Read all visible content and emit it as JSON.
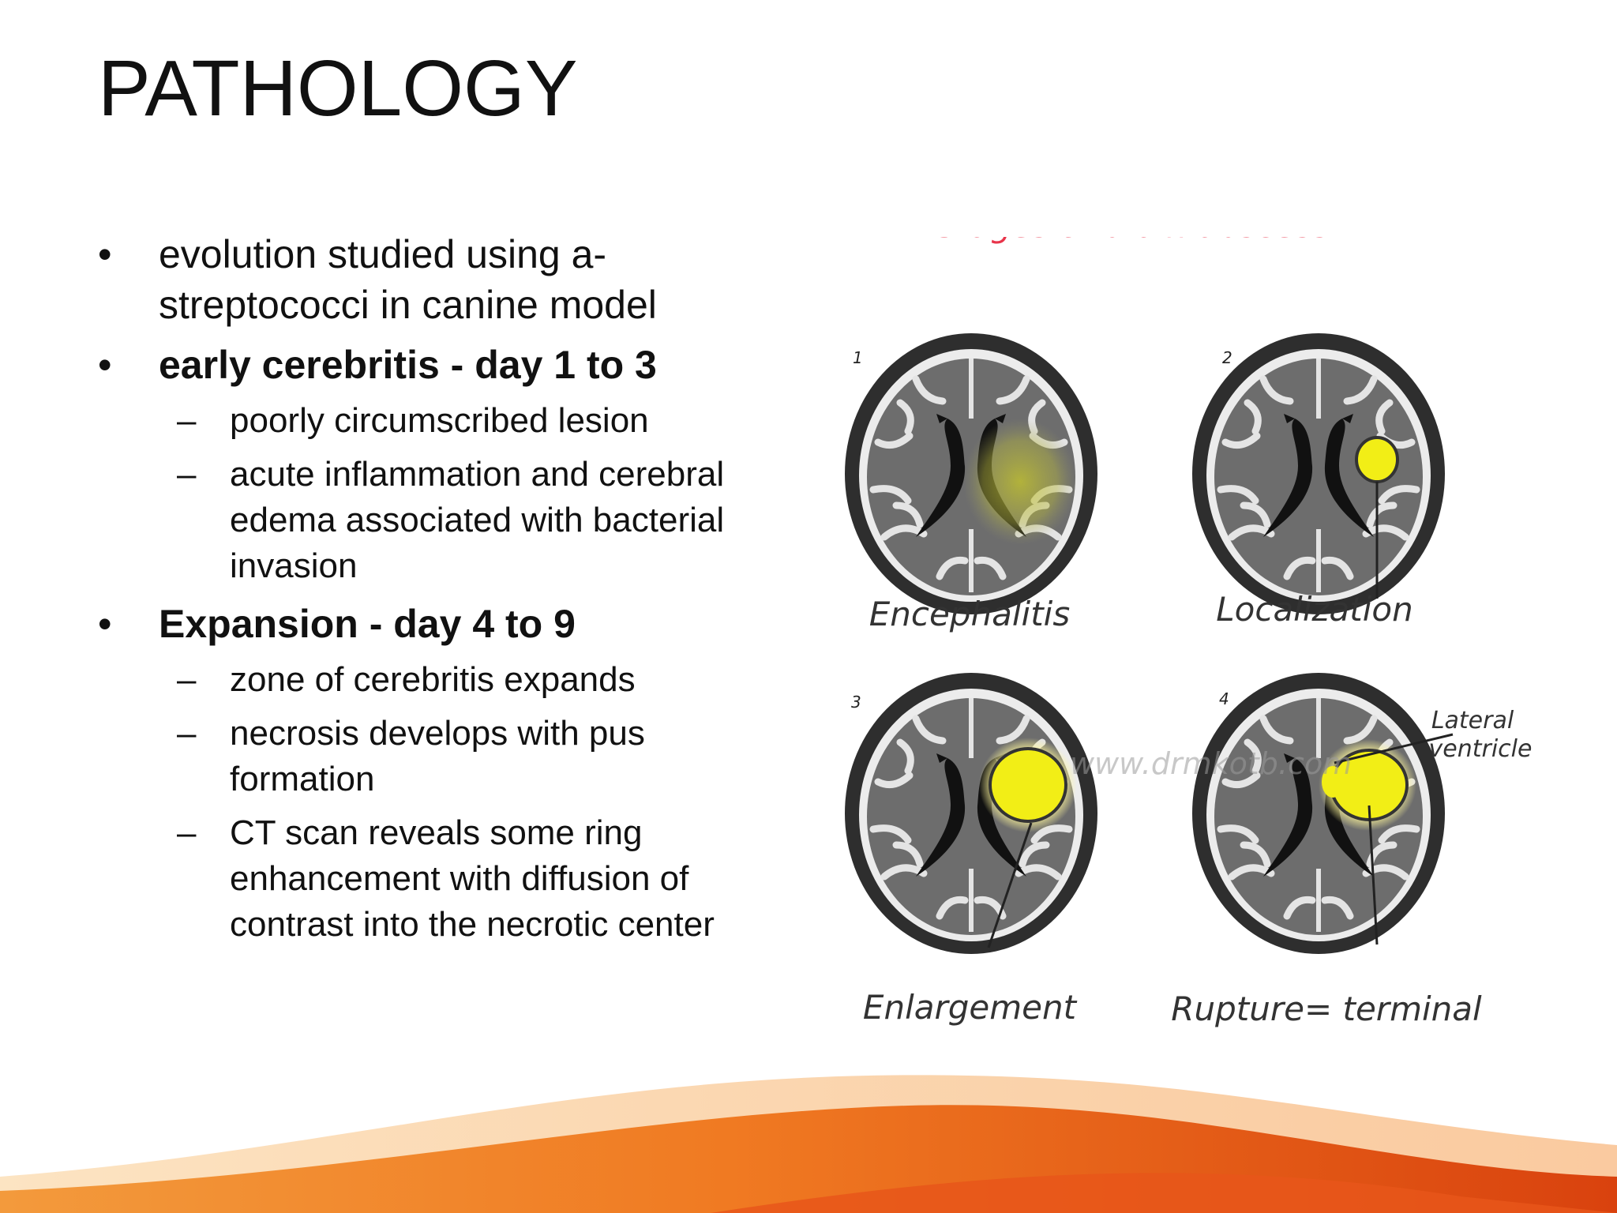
{
  "slide": {
    "title": "PATHOLOGY",
    "bullets": [
      {
        "level": 1,
        "bold": false,
        "lines": [
          "evolution studied using a-",
          "streptococci in canine model"
        ]
      },
      {
        "level": 1,
        "bold": true,
        "lines": [
          "early cerebritis - day 1 to 3"
        ]
      },
      {
        "level": 2,
        "bold": false,
        "lines": [
          "poorly circumscribed lesion"
        ]
      },
      {
        "level": 2,
        "bold": false,
        "lines": [
          "acute inflammation and cerebral",
          "edema associated with bacterial",
          "invasion"
        ]
      },
      {
        "level": 1,
        "bold": true,
        "lines": [
          "Expansion - day 4 to 9"
        ]
      },
      {
        "level": 2,
        "bold": false,
        "lines": [
          "zone of cerebritis expands"
        ]
      },
      {
        "level": 2,
        "bold": false,
        "lines": [
          "necrosis develops with pus",
          "formation"
        ]
      },
      {
        "level": 2,
        "bold": false,
        "lines": [
          "CT scan reveals some ring",
          "enhancement with diffusion of",
          "contrast into the necrotic center"
        ]
      }
    ],
    "bullet_marks": {
      "level1": "•",
      "level2": "–"
    }
  },
  "figure": {
    "title": "Stages of brain abscess",
    "watermark": "www.drmkotb.com",
    "panels": [
      {
        "number": "1",
        "label": "Encephalitis"
      },
      {
        "number": "2",
        "label": "Localization"
      },
      {
        "number": "3",
        "label": "Enlargement"
      },
      {
        "number": "4",
        "label": "Rupture= terminal"
      }
    ],
    "callout": {
      "line1": "Lateral",
      "line2": "ventricle"
    }
  },
  "colors": {
    "title_red": "#e8344a",
    "brain_gray": "#6d6d6d",
    "skull": "#2e2e2e",
    "abscess_yellow": "#f2ee16",
    "accent_orange": "#e8561a"
  }
}
